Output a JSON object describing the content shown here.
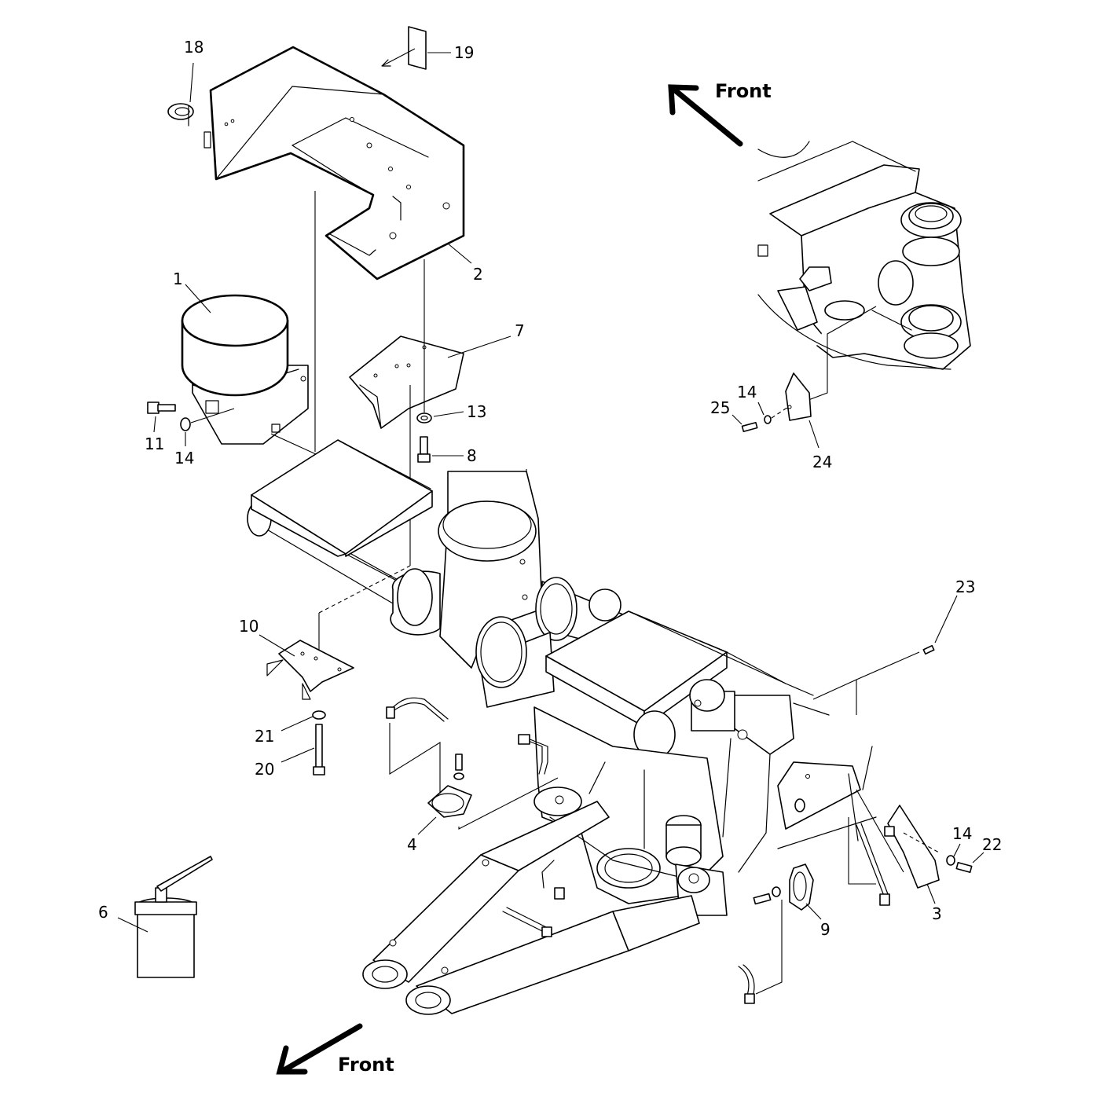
{
  "direction_labels": {
    "top": "Front",
    "bottom": "Front"
  },
  "callouts": {
    "c1": "1",
    "c2": "2",
    "c3": "3",
    "c4": "4",
    "c6": "6",
    "c7": "7",
    "c8": "8",
    "c9": "9",
    "c10": "10",
    "c11": "11",
    "c13": "13",
    "c14a": "14",
    "c14b": "14",
    "c14c": "14",
    "c18": "18",
    "c19": "19",
    "c20": "20",
    "c21": "21",
    "c22": "22",
    "c23": "23",
    "c24": "24",
    "c25": "25"
  }
}
